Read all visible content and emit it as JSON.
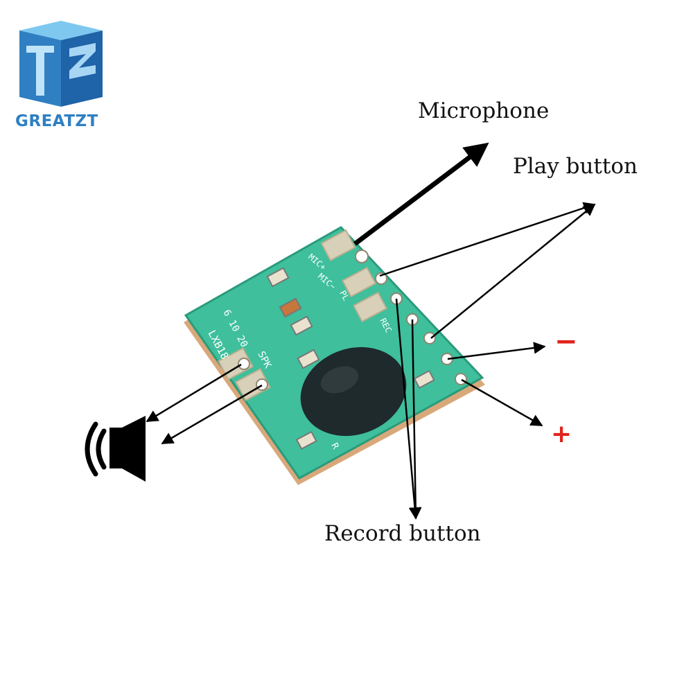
{
  "brand": {
    "name": "GREATZT",
    "logo_icon": "tz-cube-logo-icon",
    "color": "#2f7fc2"
  },
  "callouts": {
    "microphone": "Microphone",
    "play_button": "Play button",
    "record_button": "Record button",
    "negative": "−",
    "positive": "+"
  },
  "board": {
    "silkscreen": {
      "model": "LXB18",
      "date": "6 10 20",
      "spk": "SPK",
      "mic_plus": "MIC+",
      "mic_minus": "MIC−",
      "pl": "PL",
      "rec": "REC",
      "r": "R"
    },
    "pcb_color": "#3fbf9c",
    "chip_color": "#1f2a2c"
  },
  "icons": {
    "speaker": "speaker-icon"
  },
  "colors": {
    "arrow": "#000000",
    "polarity": "#e0231c"
  }
}
